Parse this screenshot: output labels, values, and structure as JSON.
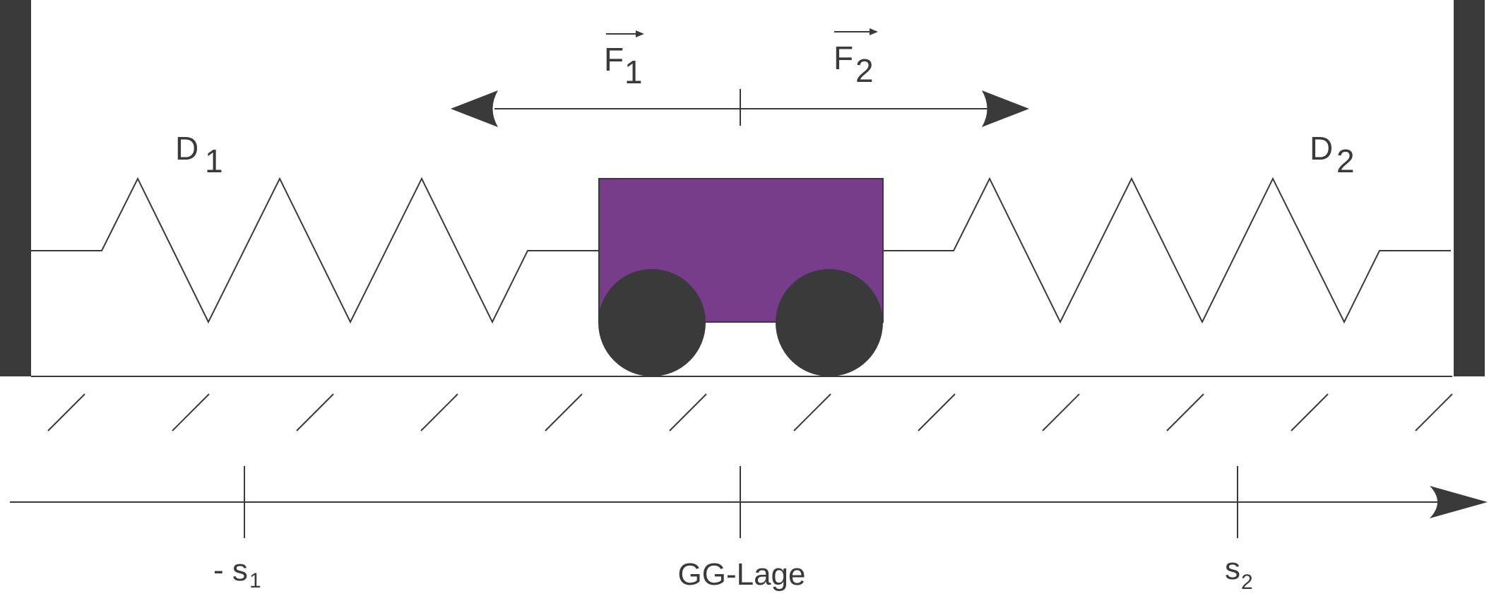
{
  "colors": {
    "ink": "#3a3a3a",
    "cart": "#773c8a",
    "background": "#ffffff"
  },
  "springs": {
    "left": {
      "label": "D",
      "sub": "1"
    },
    "right": {
      "label": "D",
      "sub": "2"
    }
  },
  "forces": {
    "left": {
      "label": "F",
      "sub": "1"
    },
    "right": {
      "label": "F",
      "sub": "2"
    }
  },
  "axis": {
    "left_tick": {
      "label": "- s",
      "sub": "1"
    },
    "center_tick": {
      "label": "GG-Lage"
    },
    "right_tick": {
      "label": "s",
      "sub": "2"
    }
  }
}
